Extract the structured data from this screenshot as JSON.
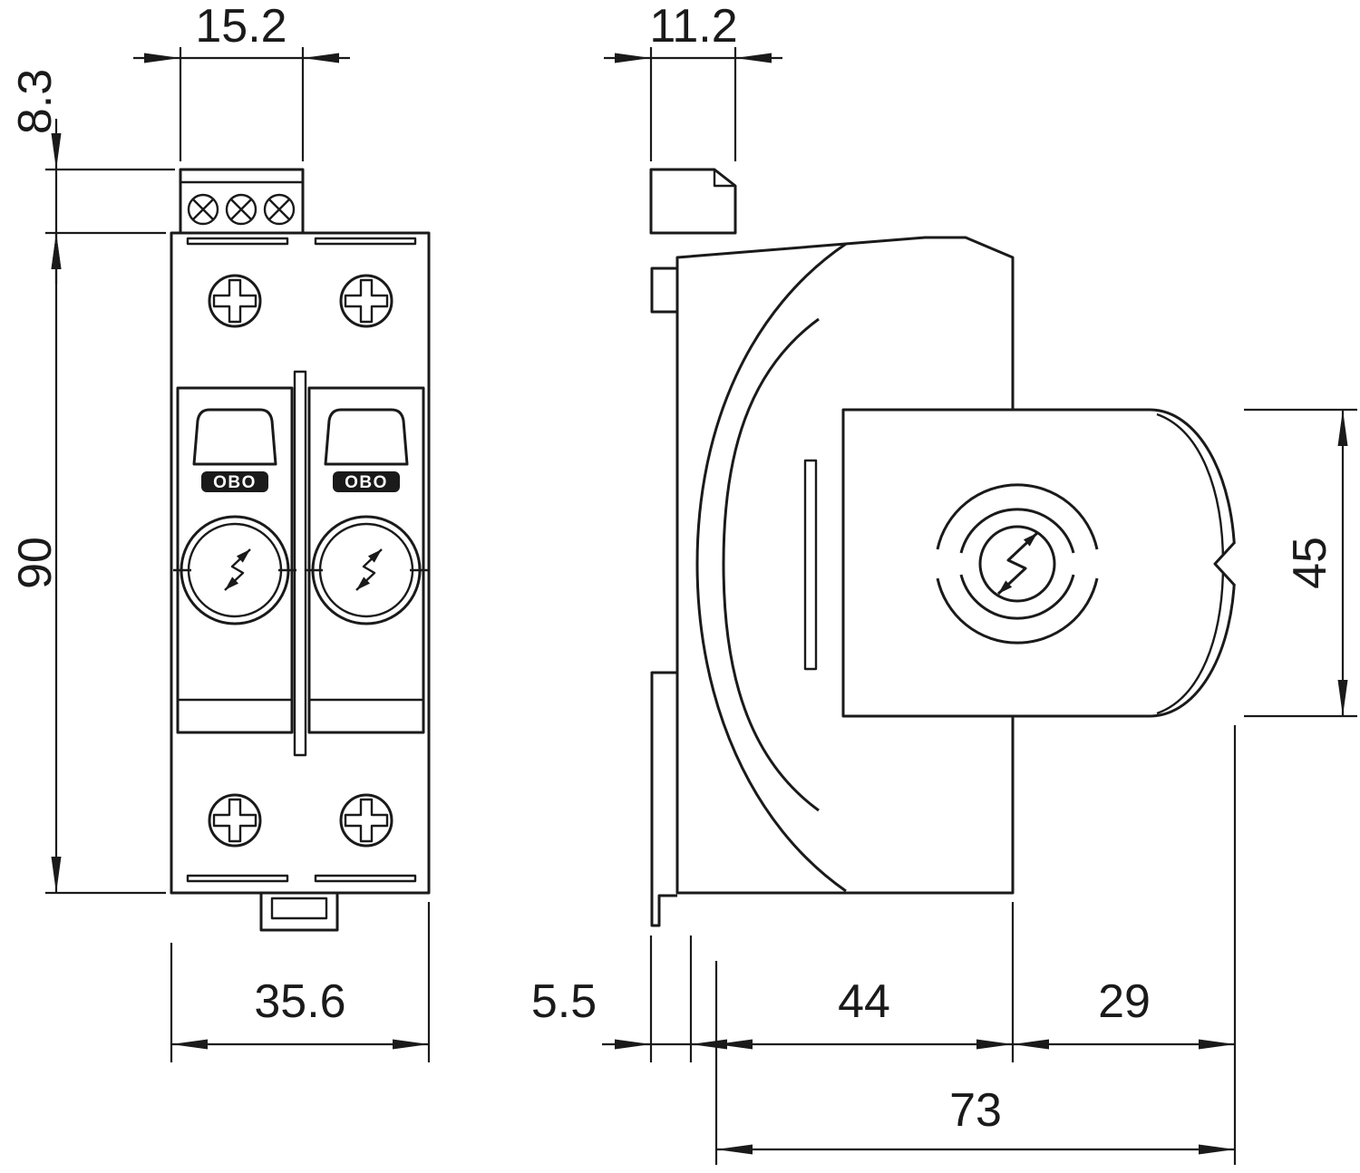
{
  "colors": {
    "line": "#1a1a1a",
    "background": "#ffffff"
  },
  "branding": {
    "logo_text": "OBO"
  },
  "dimensions": {
    "front": {
      "terminal_width_mm": "15.2",
      "terminal_height_mm": "8.3",
      "body_height_mm": "90",
      "body_width_mm": "35.6"
    },
    "side": {
      "top_width_mm": "11.2",
      "module_height_mm": "45",
      "clip_depth_mm": "5.5",
      "base_depth_mm": "44",
      "module_protrusion_mm": "29",
      "total_depth_mm": "73"
    }
  }
}
